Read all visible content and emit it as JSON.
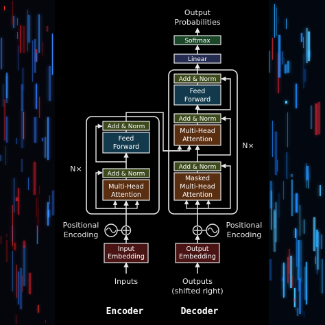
{
  "encoder": {
    "title": "Encoder",
    "inputs_label": "Inputs",
    "input_embedding": [
      "Input",
      "Embedding"
    ],
    "positional_encoding": [
      "Positional",
      "Encoding"
    ],
    "repeat_label": "N×",
    "attention": [
      "Multi-Head",
      "Attention"
    ],
    "add_norm_1": "Add & Norm",
    "feed_forward": [
      "Feed",
      "Forward"
    ],
    "add_norm_2": "Add & Norm"
  },
  "decoder": {
    "title": "Decoder",
    "outputs_label": [
      "Outputs",
      "(shifted right)"
    ],
    "output_embedding": [
      "Output",
      "Embedding"
    ],
    "positional_encoding": [
      "Positional",
      "Encoding"
    ],
    "repeat_label": "N×",
    "masked_attention": [
      "Masked",
      "Multi-Head",
      "Attention"
    ],
    "add_norm_1": "Add & Norm",
    "cross_attention": [
      "Multi-Head",
      "Attention"
    ],
    "add_norm_2": "Add & Norm",
    "feed_forward": [
      "Feed",
      "Forward"
    ],
    "add_norm_3": "Add & Norm"
  },
  "head": {
    "linear": "Linear",
    "softmax": "Softmax",
    "output_probabilities": [
      "Output",
      "Probabilities"
    ]
  },
  "colors": {
    "embedding": "#4a1414",
    "attention": "#5a2e10",
    "add_norm": "#3c4a1c",
    "feed_forward": "#123a4c",
    "linear": "#252c52",
    "softmax": "#1c4628",
    "stroke": "#e8e8e8"
  }
}
